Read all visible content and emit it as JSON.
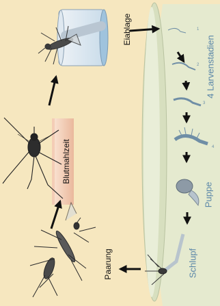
{
  "labels": {
    "eiablage": "Eiablage",
    "blutmahlzeit": "Blutmahlzeit",
    "paarung": "Paarung",
    "larvenstadien": "4 Larvenstadien",
    "puppe": "Puppe",
    "schlupf": "Schlupf"
  },
  "stage_numbers": [
    "1",
    "2",
    "3",
    "4"
  ],
  "colors": {
    "background": "#f6e7bf",
    "water": "#e6ebd3",
    "arrow": "#111111",
    "blue_text": "#5a86a8"
  }
}
